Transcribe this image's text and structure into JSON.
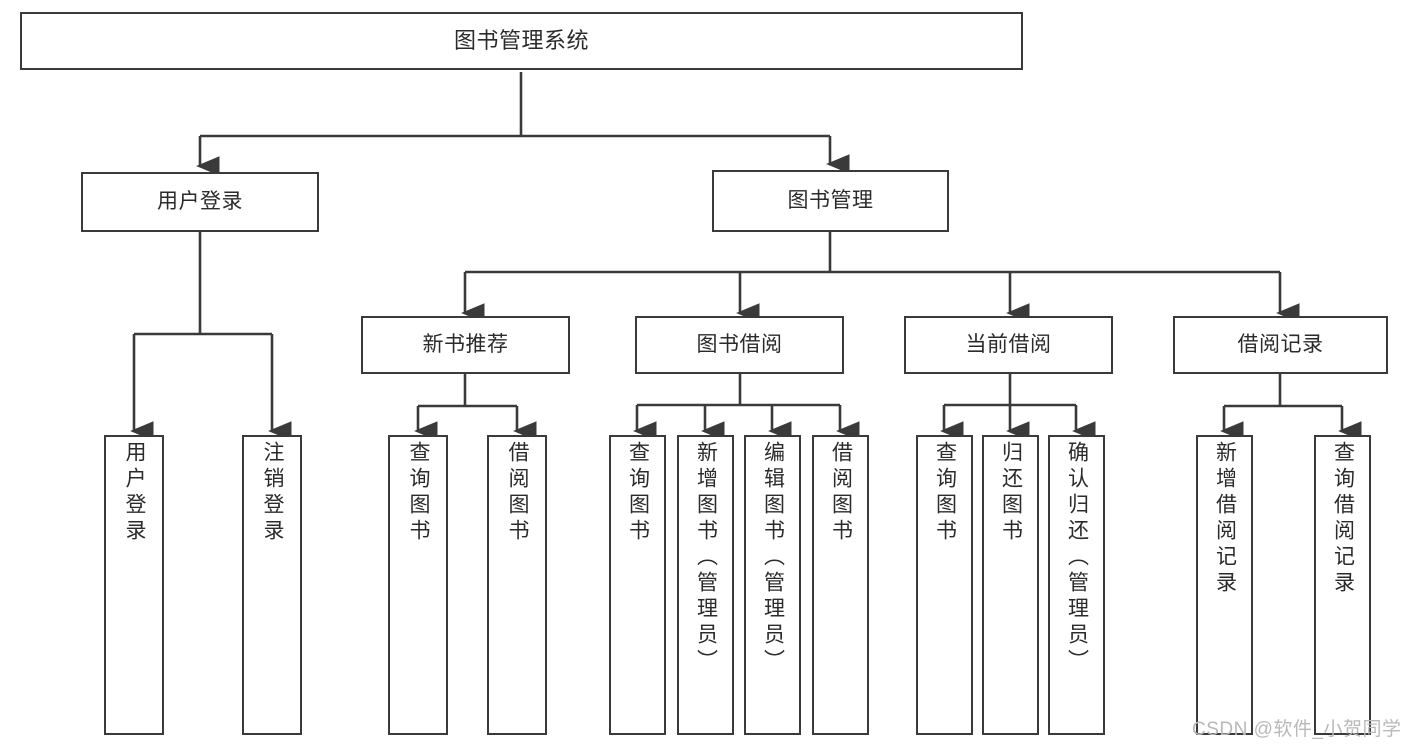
{
  "diagram": {
    "type": "tree",
    "orientation": "top-down",
    "title": "图书管理系统",
    "colors": {
      "box_border": "#3a3a3a",
      "box_fill": "#ffffff",
      "connector": "#3a3a3a",
      "text": "#2b2b2b",
      "watermark": "#b9b9b9",
      "background": "#ffffff"
    },
    "levels": {
      "root": {
        "label": "图书管理系统"
      },
      "level1": [
        {
          "id": "user-login",
          "label": "用户登录"
        },
        {
          "id": "book-manage",
          "label": "图书管理"
        }
      ],
      "level2": [
        {
          "id": "new-book-recommend",
          "label": "新书推荐"
        },
        {
          "id": "book-borrow",
          "label": "图书借阅"
        },
        {
          "id": "current-borrow",
          "label": "当前借阅"
        },
        {
          "id": "borrow-record",
          "label": "借阅记录"
        }
      ],
      "leaves": {
        "user-login": [
          {
            "id": "leaf-user-login",
            "label": "用户登录"
          },
          {
            "id": "leaf-user-logout",
            "label": "注销登录"
          }
        ],
        "new-book-recommend": [
          {
            "id": "leaf-query-book-1",
            "label": "查询图书"
          },
          {
            "id": "leaf-borrow-book-1",
            "label": "借阅图书"
          }
        ],
        "book-borrow": [
          {
            "id": "leaf-query-book-2",
            "label": "查询图书"
          },
          {
            "id": "leaf-add-book-admin",
            "label": "新增图书（管理员）"
          },
          {
            "id": "leaf-edit-book-admin",
            "label": "编辑图书（管理员）"
          },
          {
            "id": "leaf-borrow-book-2",
            "label": "借阅图书"
          }
        ],
        "current-borrow": [
          {
            "id": "leaf-query-book-3",
            "label": "查询图书"
          },
          {
            "id": "leaf-return-book",
            "label": "归还图书"
          },
          {
            "id": "leaf-confirm-return-admin",
            "label": "确认归还（管理员）"
          }
        ],
        "borrow-record": [
          {
            "id": "leaf-add-borrow-record",
            "label": "新增借阅记录"
          },
          {
            "id": "leaf-query-borrow-record",
            "label": "查询借阅记录"
          }
        ]
      }
    },
    "watermark": "CSDN @软件_小贺同学"
  }
}
